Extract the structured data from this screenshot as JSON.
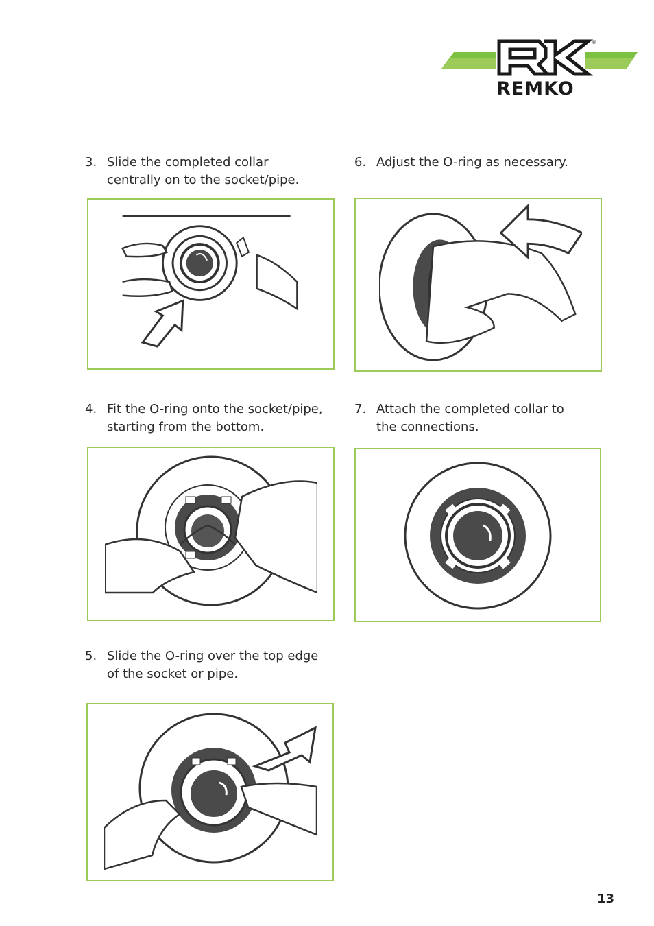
{
  "brand": {
    "name": "REMKO",
    "accent_green": "#7dc142",
    "light_green": "#9ccb5a"
  },
  "steps": [
    {
      "number": "3.",
      "text": "Slide the completed collar\ncentrally on to the socket/pipe.",
      "figure": "hands-centering-collar-arrow"
    },
    {
      "number": "4.",
      "text": "Fit the O-ring onto the socket/pipe,\nstarting from the bottom.",
      "figure": "hands-fitting-oring"
    },
    {
      "number": "5.",
      "text": "Slide the O-ring over the top edge\nof the socket or pipe.",
      "figure": "hands-sliding-oring-arrow"
    },
    {
      "number": "6.",
      "text": "Adjust the O-ring as necessary.",
      "figure": "hand-adjusting-oring-arrow"
    },
    {
      "number": "7.",
      "text": "Attach the completed collar to\nthe connections.",
      "figure": "completed-collar"
    }
  ],
  "page_number": "13"
}
